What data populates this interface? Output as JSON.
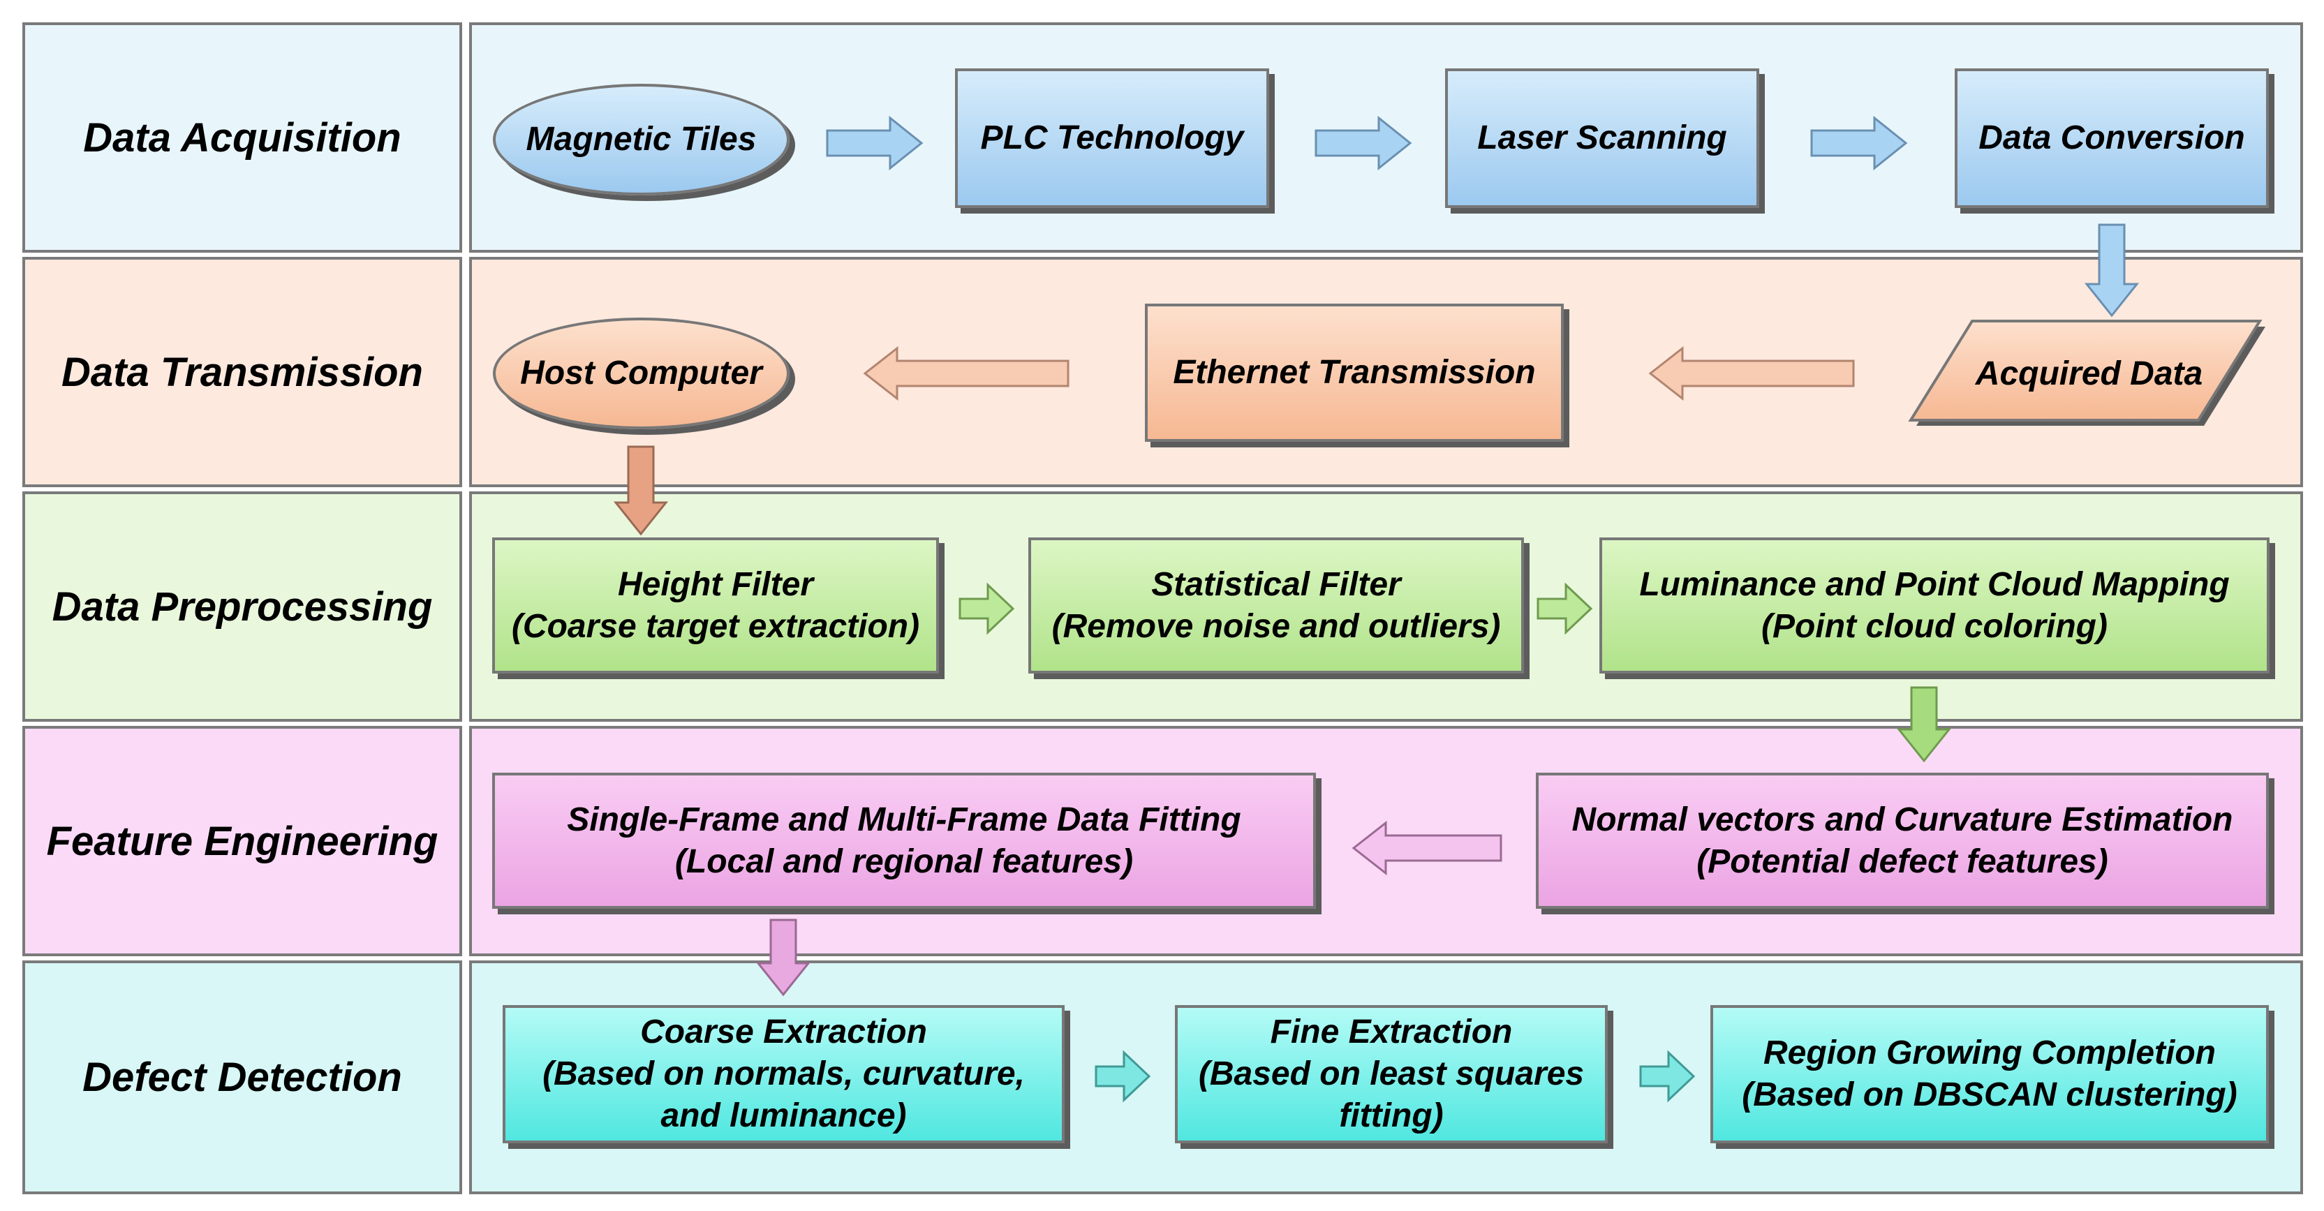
{
  "rows": [
    {
      "label": "Data Acquisition"
    },
    {
      "label": "Data Transmission"
    },
    {
      "label": "Data Preprocessing"
    },
    {
      "label": "Feature Engineering"
    },
    {
      "label": "Defect Detection"
    }
  ],
  "nodes": {
    "magnetic_tiles": "Magnetic Tiles",
    "plc_technology": "PLC Technology",
    "laser_scanning": "Laser Scanning",
    "data_conversion": "Data Conversion",
    "acquired_data": "Acquired Data",
    "ethernet_transmission": "Ethernet Transmission",
    "host_computer": "Host Computer",
    "height_filter": [
      "Height Filter",
      "(Coarse target extraction)"
    ],
    "statistical_filter": [
      "Statistical Filter",
      "(Remove noise and outliers)"
    ],
    "luminance_mapping": [
      "Luminance and Point Cloud Mapping",
      "(Point cloud coloring)"
    ],
    "normal_vectors": [
      "Normal vectors and Curvature Estimation",
      "(Potential defect features)"
    ],
    "data_fitting": [
      "Single-Frame  and Multi-Frame Data Fitting",
      "(Local and regional features)"
    ],
    "coarse_extraction": [
      "Coarse Extraction",
      "(Based on normals, curvature,",
      "and luminance)"
    ],
    "fine_extraction": [
      "Fine Extraction",
      "(Based on least squares",
      "fitting)"
    ],
    "region_growing": [
      "Region Growing Completion",
      "(Based on DBSCAN clustering)"
    ]
  },
  "colors": {
    "acquisition": "#9cc9ef",
    "transmission": "#f6b893",
    "preprocessing": "#b1e38a",
    "feature_engineering": "#eba4e3",
    "defect_detection": "#50e7e0",
    "border": "#7a7a7a"
  }
}
